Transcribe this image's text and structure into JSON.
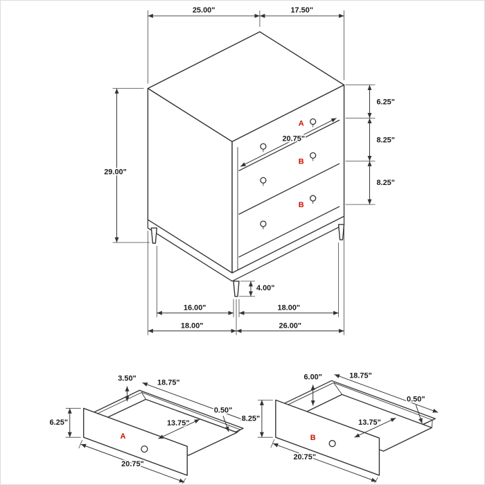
{
  "diagram": {
    "type": "furniture-dimension-diagram",
    "subject": "3-drawer chest with drawer detail views"
  },
  "colors": {
    "line": "#333333",
    "dimension_text": "#1a1a1a",
    "drawer_label_red": "#cc1100",
    "background": "#ffffff"
  },
  "main_view": {
    "dims": {
      "top_width": "25.00\"",
      "top_depth": "17.50\"",
      "height": "29.00\"",
      "drawer_a_height": "6.25\"",
      "drawer_b1_height": "8.25\"",
      "drawer_b2_height": "8.25\"",
      "drawer_inner_width": "20.75\"",
      "leg_height": "4.00\"",
      "leg_span_depth": "16.00\"",
      "leg_span_width": "18.00\"",
      "base_depth": "18.00\"",
      "base_width": "26.00\""
    },
    "drawer_labels": {
      "a": "A",
      "b1": "B",
      "b2": "B"
    }
  },
  "drawer_a_view": {
    "label": "A",
    "dims": {
      "wall_height": "3.50\"",
      "inner_width": "18.75\"",
      "front_height": "6.25\"",
      "wall_thickness": "0.50\"",
      "inner_depth": "13.75\"",
      "outer_width": "20.75\""
    }
  },
  "drawer_b_view": {
    "label": "B",
    "dims": {
      "wall_height": "6.00\"",
      "inner_width": "18.75\"",
      "front_height": "8.25\"",
      "wall_thickness": "0.50\"",
      "inner_depth": "13.75\"",
      "outer_width": "20.75\""
    }
  }
}
